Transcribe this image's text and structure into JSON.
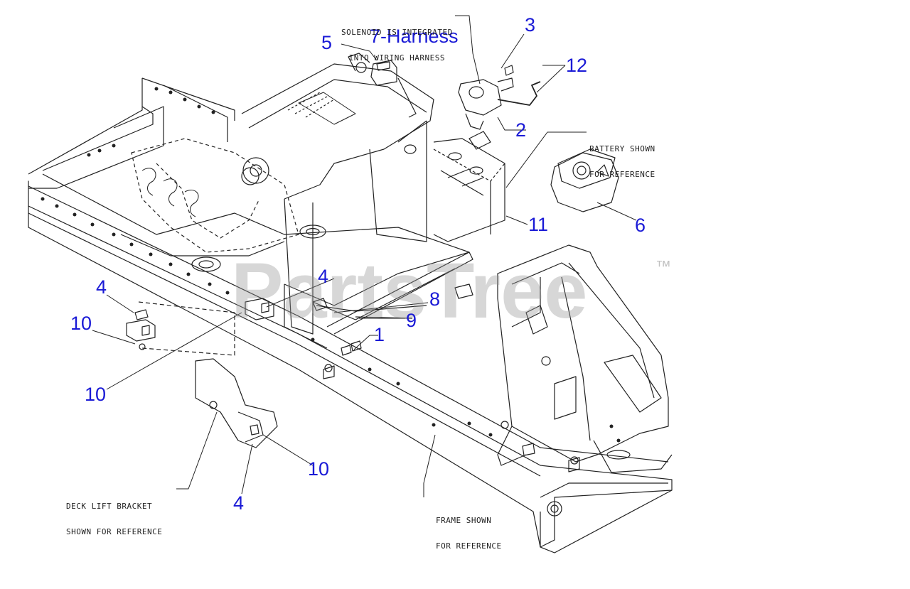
{
  "callouts": {
    "c1": "1",
    "c2": "2",
    "c3": "3",
    "c4a": "4",
    "c4b": "4",
    "c4c": "4",
    "c5": "5",
    "c6": "6",
    "c7": "7-Harness",
    "c8": "8",
    "c9": "9",
    "c10a": "10",
    "c10b": "10",
    "c10c": "10",
    "c11": "11",
    "c12": "12"
  },
  "notes": {
    "solenoid_line1": "SOLENOID IS INTEGRATED",
    "solenoid_line2": "INTO WIRING HARNESS",
    "battery_line1": "BATTERY SHOWN",
    "battery_line2": "FOR REFERENCE",
    "deck_line1": "DECK LIFT BRACKET",
    "deck_line2": "SHOWN FOR REFERENCE",
    "frame_line1": "FRAME SHOWN",
    "frame_line2": "FOR REFERENCE"
  },
  "watermark": {
    "text": "PartsTree",
    "tm": "™"
  },
  "colors": {
    "callout": "#1a1ad6",
    "line": "#222222",
    "watermark": "#969696"
  }
}
